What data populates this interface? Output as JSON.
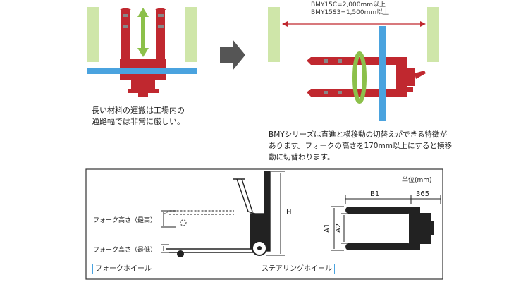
{
  "left_caption": {
    "line1": "長い材料の運搬は工場内の",
    "line2": "通路幅では非常に厳しい。"
  },
  "right_top_spec": {
    "line1": "BMY15C=2,000mm以上",
    "line2": "BMY15S3=1,500mm以上"
  },
  "right_caption": {
    "line1": "BMYシリーズは直進と横移動の切替えができる特徴が",
    "line2": "あります。フォークの高さを170mm以上にすると横移",
    "line3": "動に切替わります。"
  },
  "dimension_diagram": {
    "unit_label": "単位(mm)",
    "fork_height_max": "フォーク高さ（最高）",
    "fork_height_min": "フォーク高さ（最低）",
    "fork_wheel": "フォークホイール",
    "steering_wheel": "ステアリングホイール",
    "h_label": "H",
    "b1_label": "B1",
    "dim_365": "365",
    "a1_label": "A1",
    "a2_label": "A2"
  },
  "colors": {
    "truck_red": "#c0282f",
    "beam_blue": "#4aa3df",
    "wall_green": "#cfe6a9",
    "arrow_green": "#8cc04a",
    "arrow_gray": "#555555"
  },
  "icons": [
    "double-arrow-icon",
    "next-arrow-icon"
  ]
}
